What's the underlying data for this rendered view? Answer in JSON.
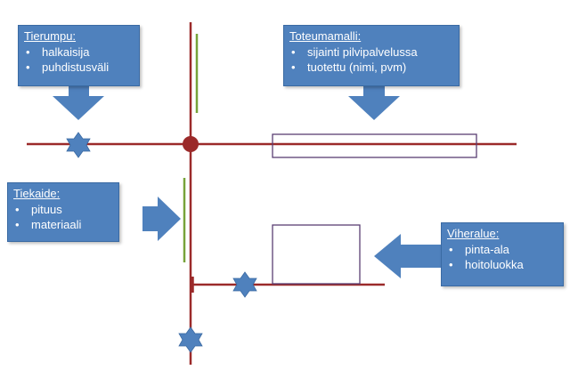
{
  "callouts": {
    "tierumpu": {
      "title": "Tierumpu:",
      "items": [
        "halkaisija",
        "puhdistusväli"
      ]
    },
    "toteumamalli": {
      "title": "Toteumamalli:",
      "items": [
        "sijainti pilvipalvelussa",
        "tuotettu (nimi, pvm)"
      ]
    },
    "tiekaide": {
      "title": "Tiekaide:",
      "items": [
        "pituus",
        "materiaali"
      ]
    },
    "viheralue": {
      "title": "Viheralue:",
      "items": [
        "pinta-ala",
        "hoitoluokka"
      ]
    }
  },
  "colors": {
    "road": "#9b2a2a",
    "guardrail": "#77a33a",
    "callout_fill": "#4f81bd",
    "area_outline": "#5a3f74",
    "culvert_star": "#4f81bd"
  }
}
